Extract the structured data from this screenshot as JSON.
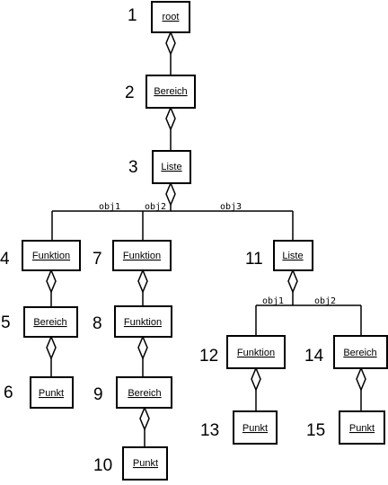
{
  "nodes": [
    {
      "id": "n1",
      "number": "1",
      "label": "root"
    },
    {
      "id": "n2",
      "number": "2",
      "label": "Bereich"
    },
    {
      "id": "n3",
      "number": "3",
      "label": "Liste"
    },
    {
      "id": "n4",
      "number": "4",
      "label": "Funktion"
    },
    {
      "id": "n5",
      "number": "5",
      "label": "Bereich"
    },
    {
      "id": "n6",
      "number": "6",
      "label": "Punkt"
    },
    {
      "id": "n7",
      "number": "7",
      "label": "Funktion"
    },
    {
      "id": "n8",
      "number": "8",
      "label": "Funktion"
    },
    {
      "id": "n9",
      "number": "9",
      "label": "Bereich"
    },
    {
      "id": "n10",
      "number": "10",
      "label": "Punkt"
    },
    {
      "id": "n11",
      "number": "11",
      "label": "Liste"
    },
    {
      "id": "n12",
      "number": "12",
      "label": "Funktion"
    },
    {
      "id": "n13",
      "number": "13",
      "label": "Punkt"
    },
    {
      "id": "n14",
      "number": "14",
      "label": "Bereich"
    },
    {
      "id": "n15",
      "number": "15",
      "label": "Punkt"
    }
  ],
  "edge_labels": {
    "obj1_a": "obj1",
    "obj2_a": "obj2",
    "obj3_a": "obj3",
    "obj1_b": "obj1",
    "obj2_b": "obj2"
  }
}
